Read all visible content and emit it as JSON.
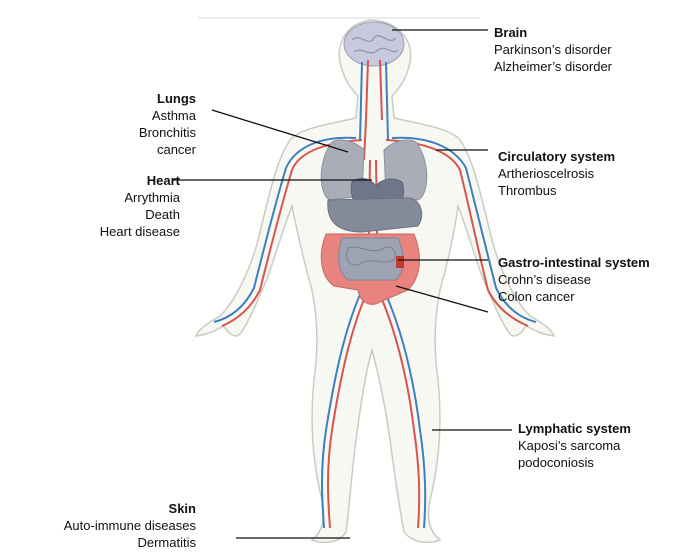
{
  "labels": {
    "brain": {
      "title": "Brain",
      "items": [
        "Parkinson’s disorder",
        "Alzheimer’s disorder"
      ]
    },
    "lungs": {
      "title": "Lungs",
      "items": [
        "Asthma",
        "Bronchitis",
        "cancer"
      ]
    },
    "heart": {
      "title": "Heart",
      "items": [
        "Arrythmia",
        "Death",
        "Heart disease"
      ]
    },
    "circulatory": {
      "title": "Circulatory system",
      "items": [
        "Artherioscelrosis",
        "Thrombus"
      ]
    },
    "gastro": {
      "title": "Gastro-intestinal system",
      "items": [
        "Crohn’s disease",
        "Colon cancer"
      ]
    },
    "lymphatic": {
      "title": "Lymphatic system",
      "items": [
        "Kaposi’s sarcoma",
        "podoconiosis"
      ]
    },
    "skin": {
      "title": "Skin",
      "items": [
        "Auto-immune diseases",
        "Dermatitis"
      ]
    }
  },
  "colors": {
    "body_fill": "#f7f8f2",
    "body_outline": "#c9ccc4",
    "artery": "#d9534f",
    "vein": "#3f7fc0",
    "lungs": "#a9adb8",
    "heart": "#6f7689",
    "intestine": "#e8837e",
    "brain": "#c8c9dc",
    "leader_line": "#111111"
  }
}
